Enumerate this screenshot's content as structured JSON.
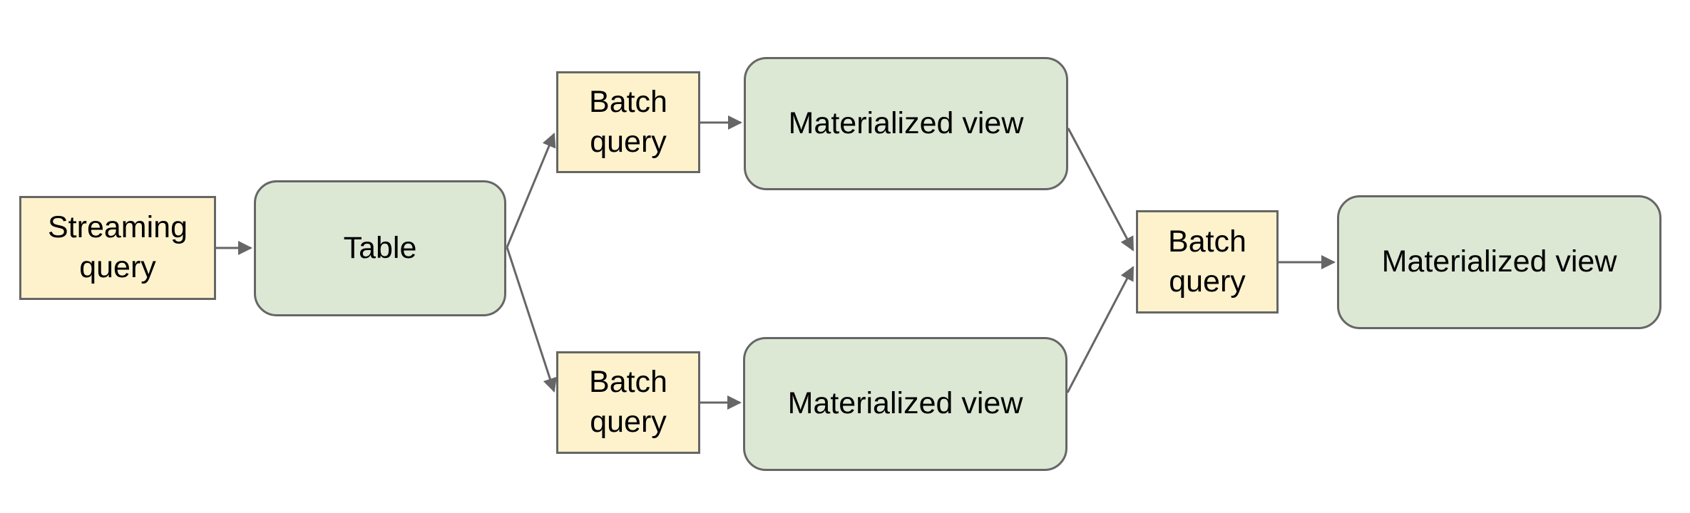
{
  "diagram": {
    "background": "#ffffff",
    "colors": {
      "query_fill": "#fdf2cc",
      "view_fill": "#dce8d4",
      "shape_border": "#666666",
      "connector": "#666666",
      "text": "#000000"
    },
    "nodes": {
      "streaming_query": {
        "label": "Streaming query",
        "shape": "rectangle"
      },
      "table": {
        "label": "Table",
        "shape": "rounded-rectangle"
      },
      "batch_query_top": {
        "label": "Batch query",
        "shape": "rectangle"
      },
      "mv_top": {
        "label": "Materialized view",
        "shape": "rounded-rectangle"
      },
      "batch_query_bottom": {
        "label": "Batch query",
        "shape": "rectangle"
      },
      "mv_bottom": {
        "label": "Materialized view",
        "shape": "rounded-rectangle"
      },
      "batch_query_right": {
        "label": "Batch query",
        "shape": "rectangle"
      },
      "mv_right": {
        "label": "Materialized view",
        "shape": "rounded-rectangle"
      }
    },
    "edges": [
      {
        "from": "streaming_query",
        "to": "table"
      },
      {
        "from": "table",
        "to": "batch_query_top"
      },
      {
        "from": "table",
        "to": "batch_query_bottom"
      },
      {
        "from": "batch_query_top",
        "to": "mv_top"
      },
      {
        "from": "batch_query_bottom",
        "to": "mv_bottom"
      },
      {
        "from": "mv_top",
        "to": "batch_query_right"
      },
      {
        "from": "mv_bottom",
        "to": "batch_query_right"
      },
      {
        "from": "batch_query_right",
        "to": "mv_right"
      }
    ]
  }
}
